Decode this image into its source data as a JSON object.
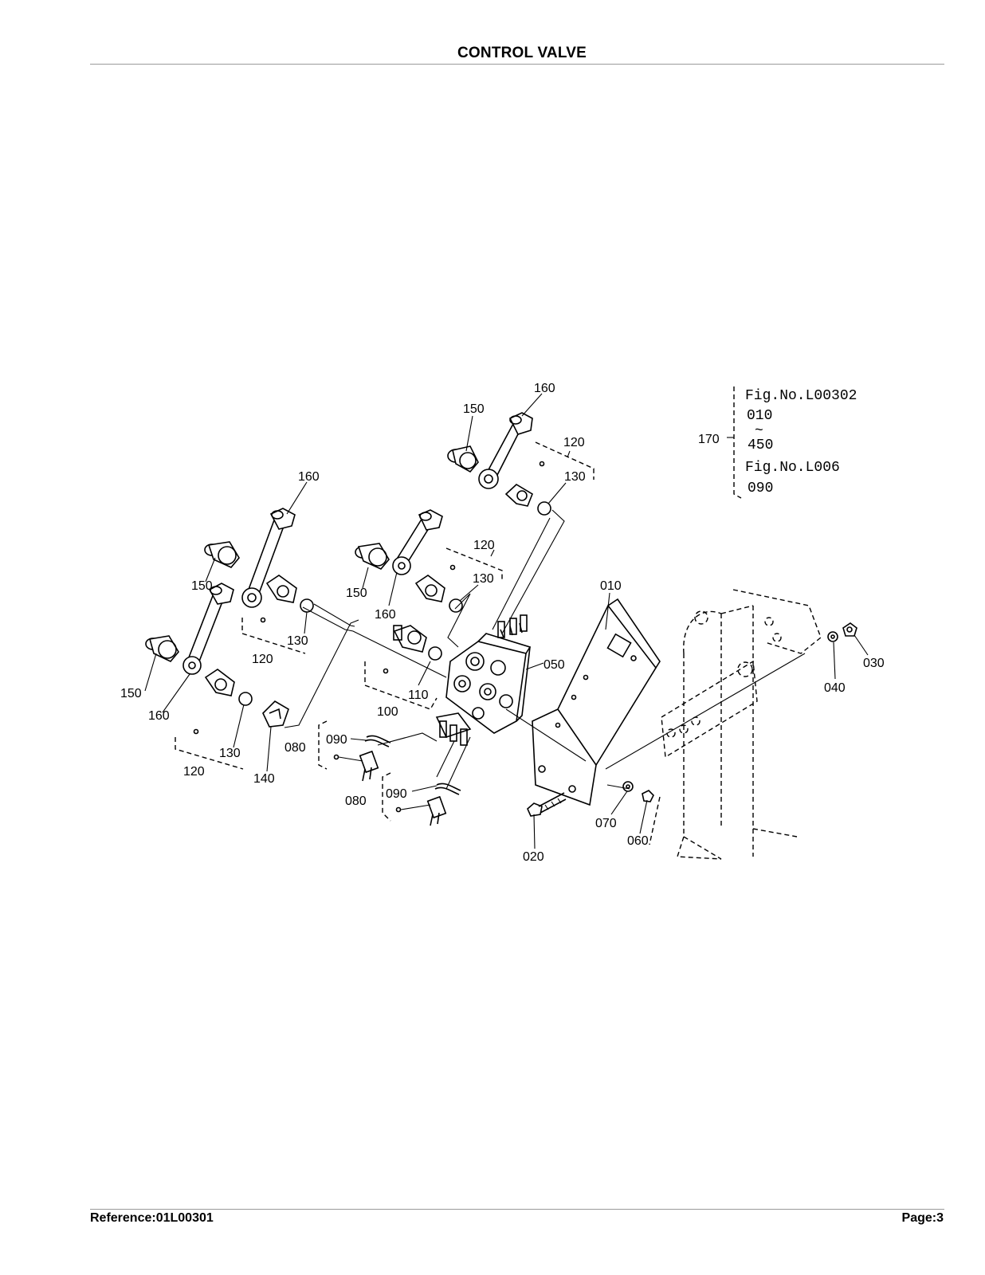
{
  "header": {
    "title": "CONTROL VALVE"
  },
  "footer": {
    "reference": "Reference:01L00301",
    "page": "Page:3"
  },
  "figure_note": {
    "callout": "170",
    "line1": "Fig.No.L00302",
    "line2": "010",
    "line3": "~",
    "line4": "450",
    "line5": "Fig.No.L006",
    "line6": "090"
  },
  "callouts": [
    {
      "id": "c160a",
      "label": "160"
    },
    {
      "id": "c150a",
      "label": "150"
    },
    {
      "id": "c120a",
      "label": "120"
    },
    {
      "id": "c130a",
      "label": "130"
    },
    {
      "id": "c160b",
      "label": "160"
    },
    {
      "id": "c150b",
      "label": "150"
    },
    {
      "id": "c130b",
      "label": "130"
    },
    {
      "id": "c120b",
      "label": "120"
    },
    {
      "id": "c120c",
      "label": "120"
    },
    {
      "id": "c130c",
      "label": "130"
    },
    {
      "id": "c150c",
      "label": "150"
    },
    {
      "id": "c160c",
      "label": "160"
    },
    {
      "id": "c010",
      "label": "010"
    },
    {
      "id": "c050",
      "label": "050"
    },
    {
      "id": "c110",
      "label": "110"
    },
    {
      "id": "c100",
      "label": "100"
    },
    {
      "id": "c150d",
      "label": "150"
    },
    {
      "id": "c160d",
      "label": "160"
    },
    {
      "id": "c130d",
      "label": "130"
    },
    {
      "id": "c120d",
      "label": "120"
    },
    {
      "id": "c140",
      "label": "140"
    },
    {
      "id": "c090a",
      "label": "090"
    },
    {
      "id": "c080a",
      "label": "080"
    },
    {
      "id": "c090b",
      "label": "090"
    },
    {
      "id": "c080b",
      "label": "080"
    },
    {
      "id": "c020",
      "label": "020"
    },
    {
      "id": "c070",
      "label": "070"
    },
    {
      "id": "c060",
      "label": "060"
    },
    {
      "id": "c040",
      "label": "040"
    },
    {
      "id": "c030",
      "label": "030"
    }
  ]
}
